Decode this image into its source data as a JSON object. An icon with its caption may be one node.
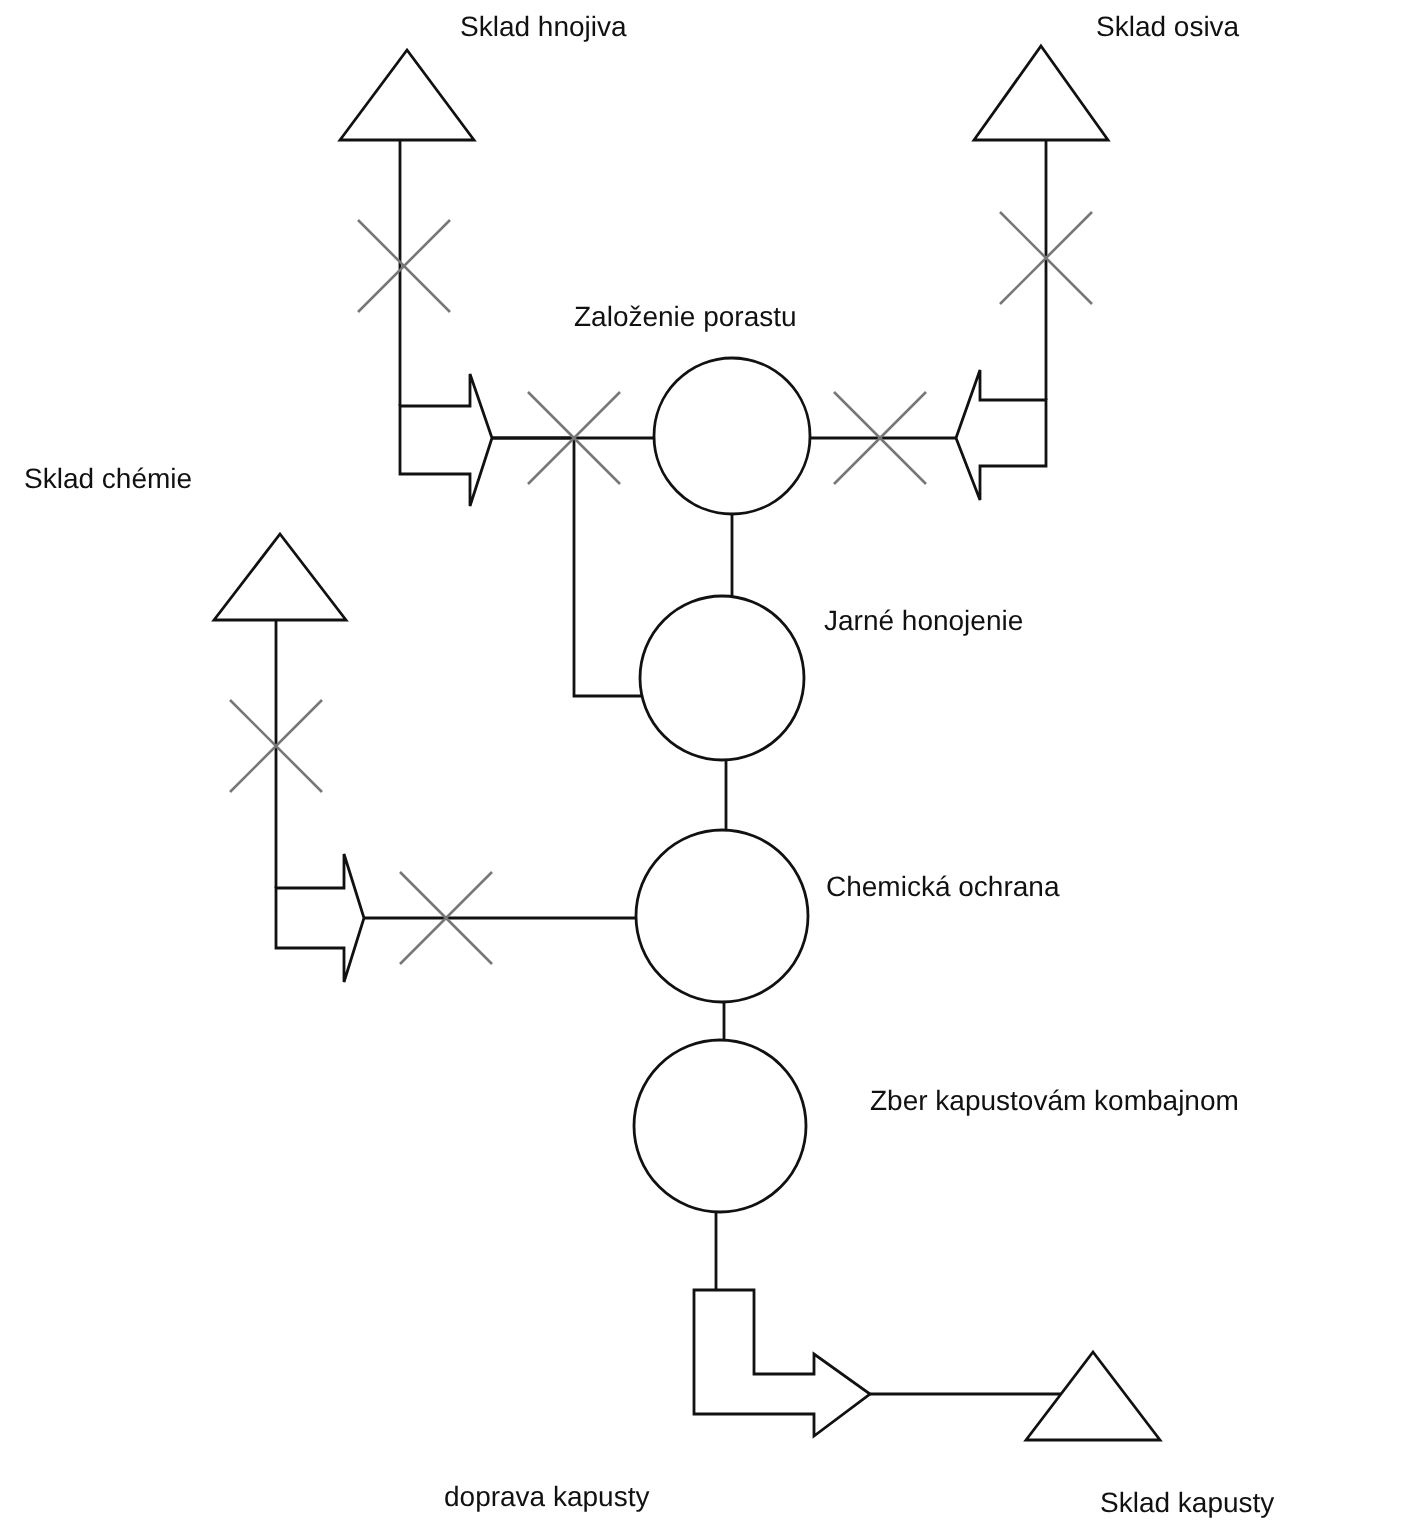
{
  "diagram": {
    "nodes": [
      {
        "text": [
          "Sklad hnojiva"
        ]
      },
      {
        "text": [
          "Sklad osiva"
        ]
      },
      {
        "text": [
          "Založenie porastu"
        ]
      },
      {
        "text": [],
        "shape": "arrow"
      },
      {
        "text": [],
        "shape": "arrow"
      },
      {
        "text": [
          "Sklad chémie"
        ]
      },
      {
        "text": [
          "Jarné honojenie"
        ]
      },
      {
        "text": [
          "Chemická ochrana"
        ]
      },
      {
        "text": [],
        "shape": "arrow"
      },
      {
        "text": [
          "Zber kapustovám kombajnom"
        ]
      },
      {
        "text": [
          "doprava kapusty"
        ]
      },
      {
        "text": [
          "Sklad kapusty"
        ]
      }
    ],
    "edges": [
      {
        "from": 0,
        "to": 3,
        "arrow": "none"
      },
      {
        "from": 3,
        "to": 2,
        "arrow": "none"
      },
      {
        "from": 3,
        "to": 6,
        "arrow": "none"
      },
      {
        "from": 1,
        "to": 4,
        "arrow": "none"
      },
      {
        "from": 4,
        "to": 2,
        "arrow": "none"
      },
      {
        "from": 5,
        "to": 8,
        "arrow": "none"
      },
      {
        "from": 8,
        "to": 7,
        "arrow": "none"
      },
      {
        "from": 2,
        "to": 6,
        "arrow": "none"
      },
      {
        "from": 6,
        "to": 7,
        "arrow": "none"
      },
      {
        "from": 7,
        "to": 9,
        "arrow": "none"
      },
      {
        "from": 9,
        "to": 10,
        "arrow": "none"
      },
      {
        "from": 10,
        "to": 11,
        "arrow": "none"
      }
    ]
  }
}
